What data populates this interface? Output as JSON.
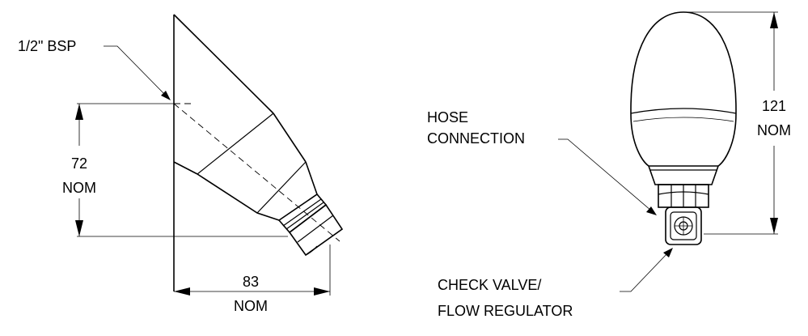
{
  "side_view": {
    "thread_label": "1/2\" BSP",
    "height_value": "72",
    "height_unit": "NOM",
    "width_value": "83",
    "width_unit": "NOM"
  },
  "end_view": {
    "hose_label_line1": "HOSE",
    "hose_label_line2": "CONNECTION",
    "height_value": "121",
    "height_unit": "NOM",
    "valve_label_line1": "CHECK  VALVE/",
    "valve_label_line2": "FLOW REGULATOR"
  }
}
